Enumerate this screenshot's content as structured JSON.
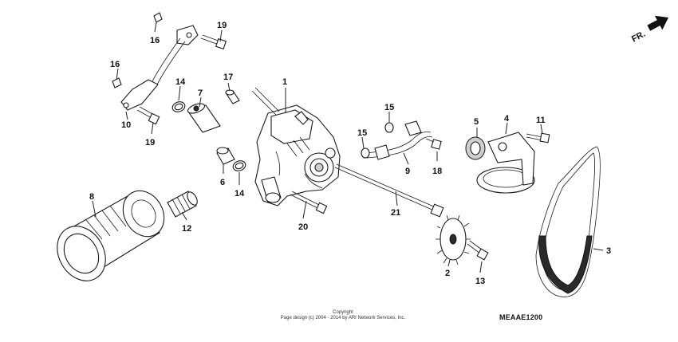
{
  "diagram": {
    "part_labels": {
      "p1": "1",
      "p2": "2",
      "p3": "3",
      "p4": "4",
      "p5": "5",
      "p6": "6",
      "p7": "7",
      "p8": "8",
      "p9": "9",
      "p10": "10",
      "p11": "11",
      "p12": "12",
      "p13": "13",
      "p14a": "14",
      "p14b": "14",
      "p15a": "15",
      "p15b": "15",
      "p16a": "16",
      "p16b": "16",
      "p17": "17",
      "p18": "18",
      "p19a": "19",
      "p19b": "19",
      "p20": "20",
      "p21": "21"
    },
    "direction_label": "FR.",
    "copyright_line1": "Copyright",
    "copyright_line2": "Page design (c) 2004 - 2014 by ARI Network Services, Inc.",
    "diagram_code": "MEAAE1200",
    "icons": {
      "direction": "arrow-right-icon"
    }
  }
}
